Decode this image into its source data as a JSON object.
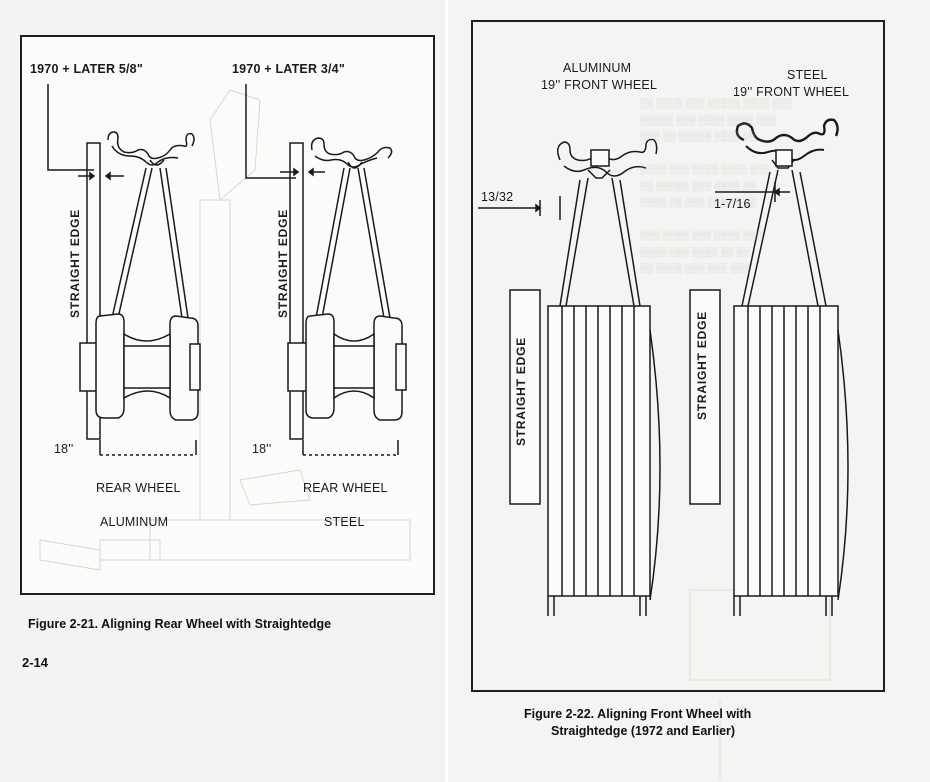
{
  "left_figure": {
    "left_wheel": {
      "measure": "1970 + LATER 5/8\"",
      "straight_edge": "STRAIGHT EDGE",
      "size": "18''",
      "name": "REAR WHEEL",
      "material": "ALUMINUM"
    },
    "right_wheel": {
      "measure": "1970 + LATER 3/4\"",
      "straight_edge": "STRAIGHT EDGE",
      "size": "18''",
      "name": "REAR WHEEL",
      "material": "STEEL"
    },
    "caption": "Figure 2-21. Aligning Rear Wheel with Straightedge",
    "page_number": "2-14"
  },
  "right_figure": {
    "left_wheel": {
      "material": "ALUMINUM",
      "size_name": "19'' FRONT WHEEL",
      "measure": "13/32",
      "straight_edge": "STRAIGHT EDGE"
    },
    "right_wheel": {
      "material": "STEEL",
      "size_name": "19'' FRONT WHEEL",
      "measure": "1-7/16",
      "straight_edge": "STRAIGHT EDGE"
    },
    "caption_line1": "Figure 2-22. Aligning Front Wheel with",
    "caption_line2": "Straightedge (1972 and Earlier)"
  },
  "colors": {
    "ink": "#1a1a1a",
    "paper": "#fbfbf9",
    "ghost": "#bdbdba"
  }
}
